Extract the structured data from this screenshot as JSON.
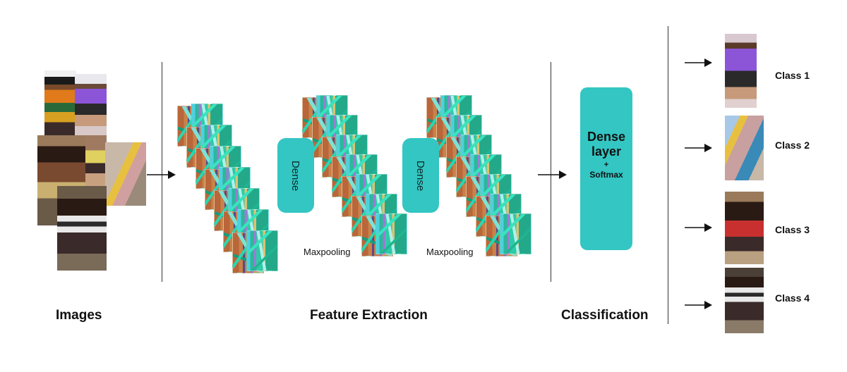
{
  "sections": {
    "images": "Images",
    "feature_extraction": "Feature Extraction",
    "classification": "Classification"
  },
  "dense_blocks": [
    "Dense",
    "Dense"
  ],
  "maxpooling_labels": [
    "Maxpooling",
    "Maxpooling"
  ],
  "dense_layer": {
    "line1": "Dense",
    "line2": "layer",
    "plus": "+",
    "softmax": "Softmax"
  },
  "classes": [
    "Class 1",
    "Class 2",
    "Class 3",
    "Class 4"
  ],
  "colors": {
    "dense_teal": "#33c6c3",
    "divider": "#333333"
  }
}
